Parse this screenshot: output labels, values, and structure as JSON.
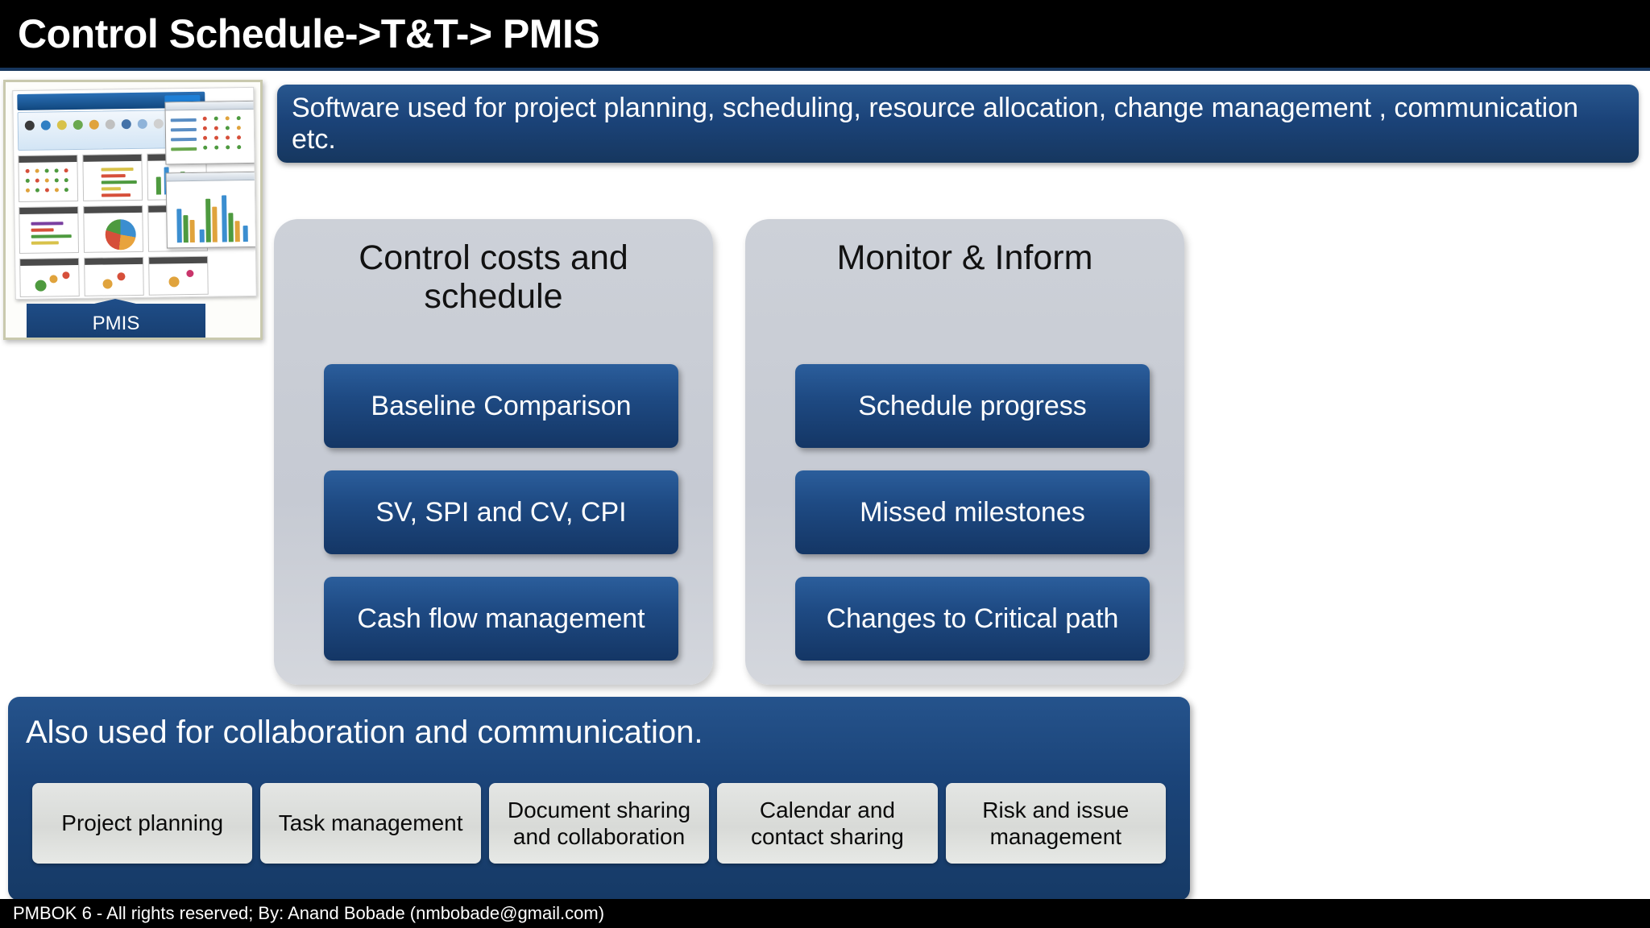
{
  "header": {
    "title": "Control Schedule->T&T-> PMIS"
  },
  "thumbnail": {
    "label": "PMIS",
    "alt_name": "pmis-dashboard-screenshot"
  },
  "description_banner": {
    "text": "Software used for project planning, scheduling, resource allocation, change management , communication etc."
  },
  "cards": [
    {
      "title": "Control costs and schedule",
      "items": [
        "Baseline Comparison",
        "SV, SPI and CV, CPI",
        "Cash flow management"
      ]
    },
    {
      "title": "Monitor & Inform",
      "items": [
        "Schedule progress",
        "Missed milestones",
        "Changes to Critical path"
      ]
    }
  ],
  "collaboration": {
    "title": "Also used for collaboration and communication.",
    "items": [
      "Project planning",
      "Task management",
      "Document sharing and collaboration",
      "Calendar and contact sharing",
      "Risk and issue management"
    ]
  },
  "footer": {
    "text": "PMBOK 6 - All rights reserved; By: Anand Bobade (nmbobade@gmail.com)"
  },
  "colors": {
    "title_bar": "#000000",
    "banner_blue": "#1b4479",
    "pill_blue": "#1e4a83",
    "card_gray": "#c8ccd4",
    "chip_gray": "#dcdedc",
    "accent_rule": "#17365d"
  }
}
